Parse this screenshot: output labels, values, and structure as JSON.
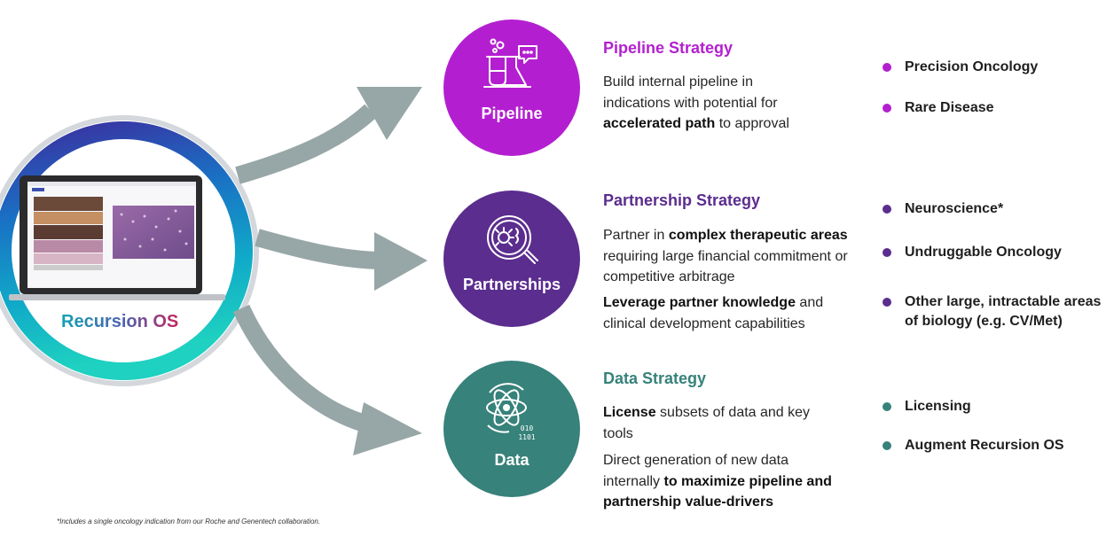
{
  "colors": {
    "pipeline": "#b31fd0",
    "partnerships": "#5b2d8e",
    "data": "#37827a",
    "arrow": "#97a6a6",
    "ring_outer": "#d3d6da",
    "os_text_start": "#13a3b5",
    "os_text_end": "#c2285e"
  },
  "platform": {
    "label": "Recursion OS",
    "screen_icon": "laptop-screenshot"
  },
  "strategies": [
    {
      "circle_label": "Pipeline",
      "icon": "lab-flask-icon",
      "heading": "Pipeline Strategy",
      "paragraphs": [
        {
          "runs": [
            {
              "text": "Build internal pipeline in indications with potential for ",
              "bold": false
            },
            {
              "text": "accelerated path",
              "bold": true
            },
            {
              "text": " to approval",
              "bold": false
            }
          ]
        }
      ],
      "bullets": [
        "Precision Oncology",
        "Rare Disease"
      ]
    },
    {
      "circle_label": "Partnerships",
      "icon": "microscope-search-icon",
      "heading": "Partnership Strategy",
      "paragraphs": [
        {
          "runs": [
            {
              "text": "Partner in ",
              "bold": false
            },
            {
              "text": "complex therapeutic areas",
              "bold": true
            },
            {
              "text": " requiring large financial commitment or competitive arbitrage",
              "bold": false
            }
          ]
        },
        {
          "runs": [
            {
              "text": "Leverage partner knowledge",
              "bold": true
            },
            {
              "text": " and clinical development capabilities",
              "bold": false
            }
          ]
        }
      ],
      "bullets": [
        "Neuroscience*",
        "Undruggable Oncology",
        "Other large, intractable areas of biology (e.g. CV/Met)"
      ]
    },
    {
      "circle_label": "Data",
      "icon": "atom-data-icon",
      "icon_text_top": "010",
      "icon_text_bottom": "1101",
      "heading": "Data Strategy",
      "paragraphs": [
        {
          "runs": [
            {
              "text": "License",
              "bold": true
            },
            {
              "text": " subsets of data and key tools",
              "bold": false
            }
          ]
        },
        {
          "runs": [
            {
              "text": "Direct generation of new data internally ",
              "bold": false
            },
            {
              "text": "to maximize pipeline and partnership value-drivers",
              "bold": true
            }
          ]
        }
      ],
      "bullets": [
        "Licensing",
        "Augment Recursion OS"
      ]
    }
  ],
  "footnote": "*Includes a single oncology indication from our Roche and Genentech collaboration."
}
